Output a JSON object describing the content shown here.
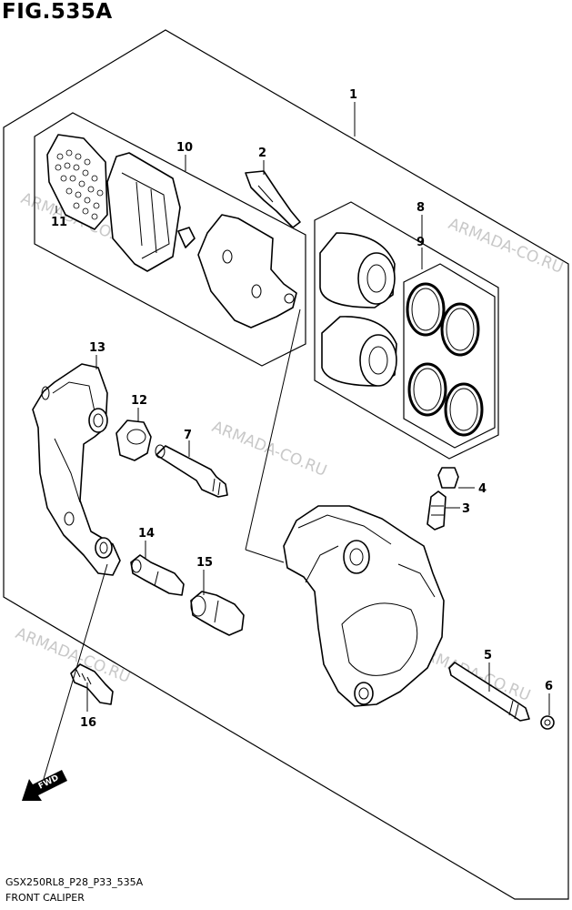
{
  "figure": {
    "title": "FIG.535A"
  },
  "footer": {
    "code": "GSX250RL8_P28_P33_535A",
    "name": "FRONT CALIPER"
  },
  "watermark": "ARMADA-CO.RU",
  "fwd_label": "FWD",
  "callouts": [
    "1",
    "2",
    "3",
    "4",
    "5",
    "6",
    "7",
    "8",
    "9",
    "10",
    "11",
    "12",
    "13",
    "14",
    "15",
    "16"
  ]
}
